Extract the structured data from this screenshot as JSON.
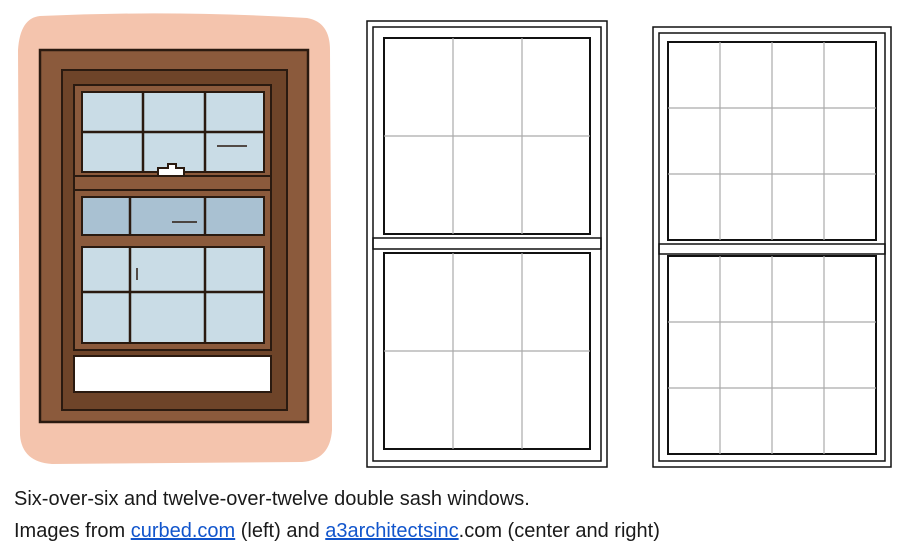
{
  "caption": {
    "line1": "Six-over-six and twelve-over-twelve double sash windows.",
    "line2_prefix": "Images from ",
    "link1": "curbed.com",
    "line2_mid": " (left) and ",
    "link2": "a3architectsinc",
    "line2_suffix": ".com (center and right)"
  },
  "figures": {
    "left": "illustrated six-over-six window",
    "center": "six-over-six window line drawing",
    "right": "twelve-over-twelve window line drawing"
  },
  "colors": {
    "wall": "#f4c4ad",
    "frame": "#8b5a3c",
    "frame_dark": "#5c3a22",
    "glass": "#c9dce6",
    "glass_dark": "#a9c1d2",
    "link": "#1155cc"
  }
}
